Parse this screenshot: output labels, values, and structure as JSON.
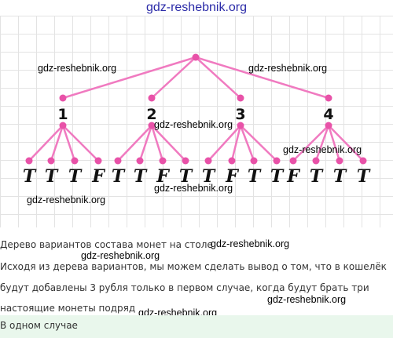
{
  "watermark_top": "gdz-reshebnik.org",
  "watermark": "gdz-reshebnik.org",
  "tree": {
    "branch_labels": [
      "1",
      "2",
      "3",
      "4"
    ],
    "leaves": [
      [
        "T",
        "T",
        "T",
        "F"
      ],
      [
        "T",
        "T",
        "F",
        "T"
      ],
      [
        "T",
        "F",
        "T",
        "T"
      ],
      [
        "F",
        "T",
        "T",
        "T"
      ]
    ],
    "line_color": "#f07ac0",
    "node_color": "#e852a8"
  },
  "text": {
    "line1": "Дерево вариантов состава монет на столе",
    "line2": "Исходя из дерева вариантов, мы можем сделать вывод о том, что в кошелёк",
    "line3": "будут добавлены 3 рубля только в первом случае, когда будут брать три",
    "line4": "настоящие монеты подряд"
  },
  "answer": "В одном случае"
}
